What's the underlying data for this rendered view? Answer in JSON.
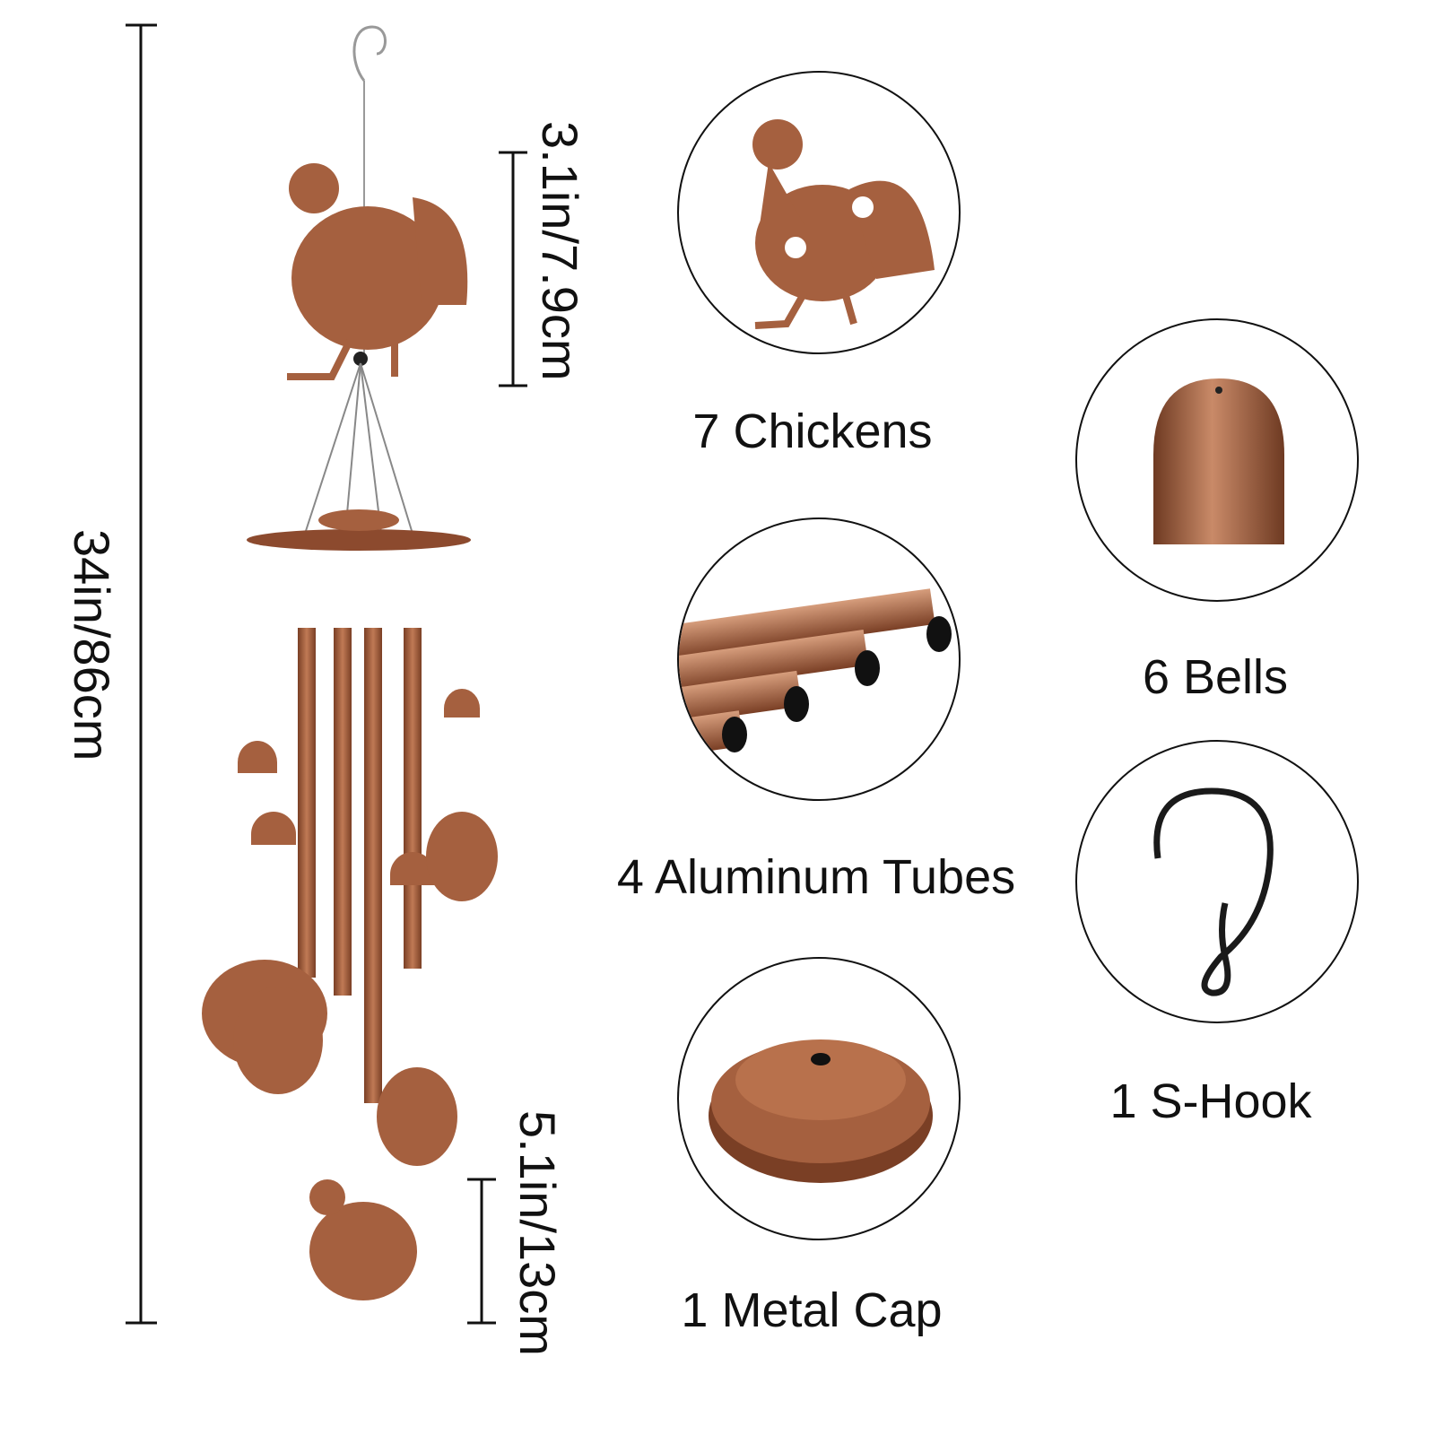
{
  "dimensions": {
    "total_length": "34in/86cm",
    "top_chicken_height": "3.1in/7.9cm",
    "bottom_chicken_height": "5.1in/13cm"
  },
  "parts": [
    {
      "label": "7 Chickens",
      "icon": "rooster-icon"
    },
    {
      "label": "6 Bells",
      "icon": "bell-icon"
    },
    {
      "label": "4 Aluminum Tubes",
      "icon": "tubes-icon"
    },
    {
      "label": "1 S-Hook",
      "icon": "s-hook-icon"
    },
    {
      "label": "1 Metal Cap",
      "icon": "metal-cap-icon"
    }
  ],
  "colors": {
    "copper": "#a5603f",
    "copper_dark": "#6e3a22",
    "line": "#111111"
  }
}
